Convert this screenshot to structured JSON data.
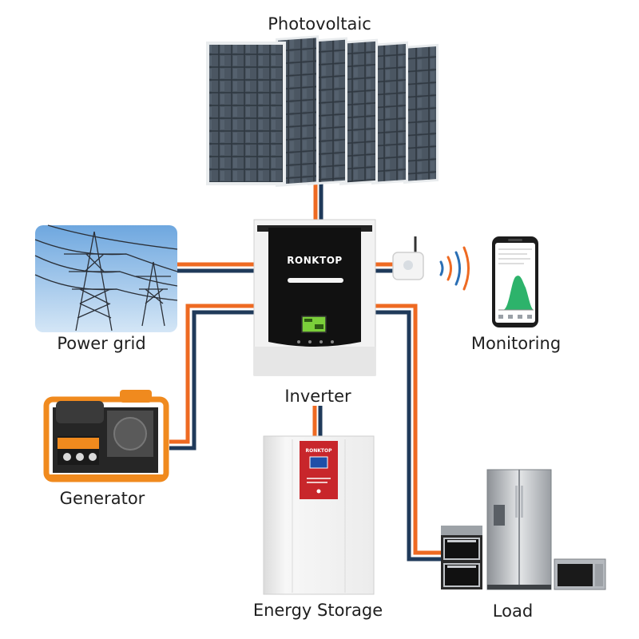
{
  "labels": {
    "photovoltaic": "Photovoltaic",
    "power_grid": "Power grid",
    "inverter": "Inverter",
    "monitoring": "Monitoring",
    "generator": "Generator",
    "energy_storage": "Energy Storage",
    "load": "Load"
  },
  "brand": "RONKTOP",
  "colors": {
    "orange_wire": "#ee6a22",
    "navy_wire": "#1f3a5a",
    "inverter_panel": "#111111",
    "battery_red": "#c8262b",
    "generator_orange": "#f08a1e",
    "chart_green": "#2db36b"
  }
}
